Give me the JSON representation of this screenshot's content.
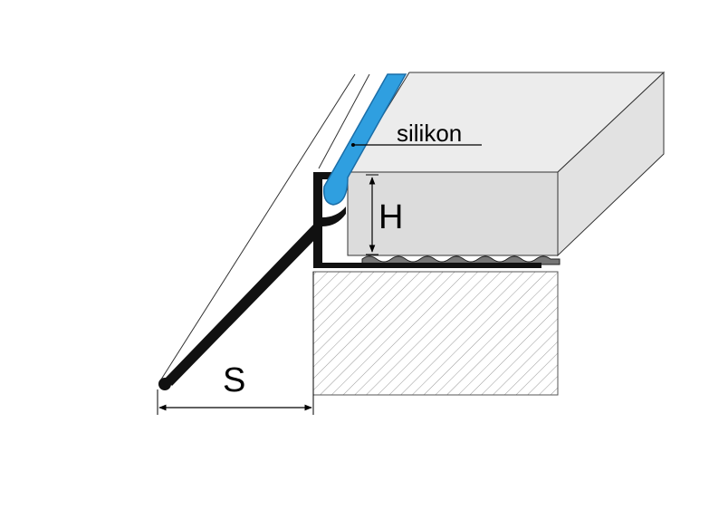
{
  "labels": {
    "silicone": "silikon",
    "height": "H",
    "spacing": "S"
  },
  "colors": {
    "profile": "#111111",
    "silicone": "#2f9fe0",
    "tile_front": "#dcdcdc",
    "tile_top": "#ececec",
    "tile_side": "#e2e2e2",
    "substrate_hatch": "#9a9a9a",
    "outline": "#333333"
  }
}
